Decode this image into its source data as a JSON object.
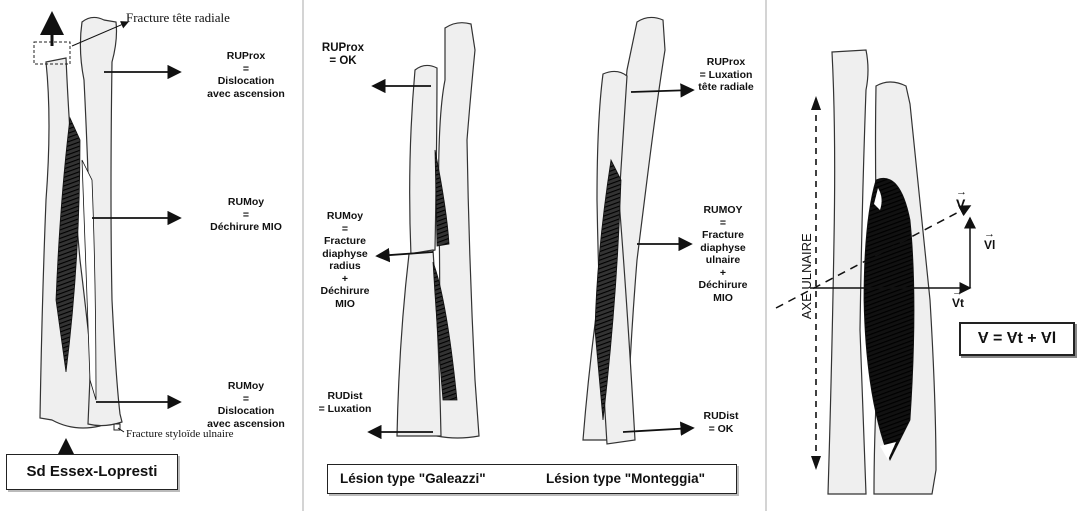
{
  "panel1": {
    "top_label": "Fracture tête radiale",
    "ruprox": "RUProx\n=\nDislocation\navec ascension",
    "rumoy": "RUMoy\n=\nDéchirure MIO",
    "rudist": "RUMoy\n=\nDislocation\navec ascension",
    "bottom_label": "Fracture styloïde ulnaire",
    "caption": "Sd Essex-Lopresti"
  },
  "panel2": {
    "galeazzi": {
      "ruprox": "RUProx\n= OK",
      "rumoy": "RUMoy\n=\nFracture\ndiaphyse\nradius\n+\nDéchirure\nMIO",
      "rudist": "RUDist\n= Luxation"
    },
    "monteggia": {
      "ruprox": "RUProx\n= Luxation\ntête radiale",
      "rumoy": "RUMOY\n=\nFracture\ndiaphyse\nulnaire\n+\nDéchirure\nMIO",
      "rudist": "RUDist\n= OK"
    },
    "caption_galeazzi": "Lésion type \"Galeazzi\"",
    "caption_monteggia": "Lésion type \"Monteggia\""
  },
  "panel3": {
    "axis_label": "AXE ULNAIRE",
    "v": "V",
    "vl": "Vl",
    "vt": "Vt",
    "formula": {
      "v": "V",
      "eq": "=",
      "vt": "Vt",
      "plus": "+",
      "vl": "Vl"
    }
  },
  "colors": {
    "bone_fill": "#efefef",
    "bone_outline": "#333333",
    "membrane": "#1a1a1a",
    "separator": "#d4d4d4"
  }
}
